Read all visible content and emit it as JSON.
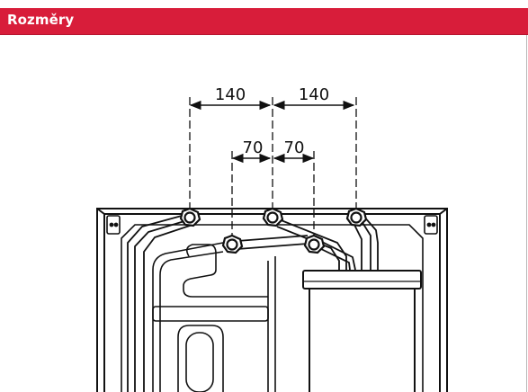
{
  "header": {
    "title": "Rozměry",
    "accent_color": "#d81d3a"
  },
  "dimensions": {
    "outer_left": "140",
    "outer_right": "140",
    "inner_left": "70",
    "inner_right": "70"
  }
}
